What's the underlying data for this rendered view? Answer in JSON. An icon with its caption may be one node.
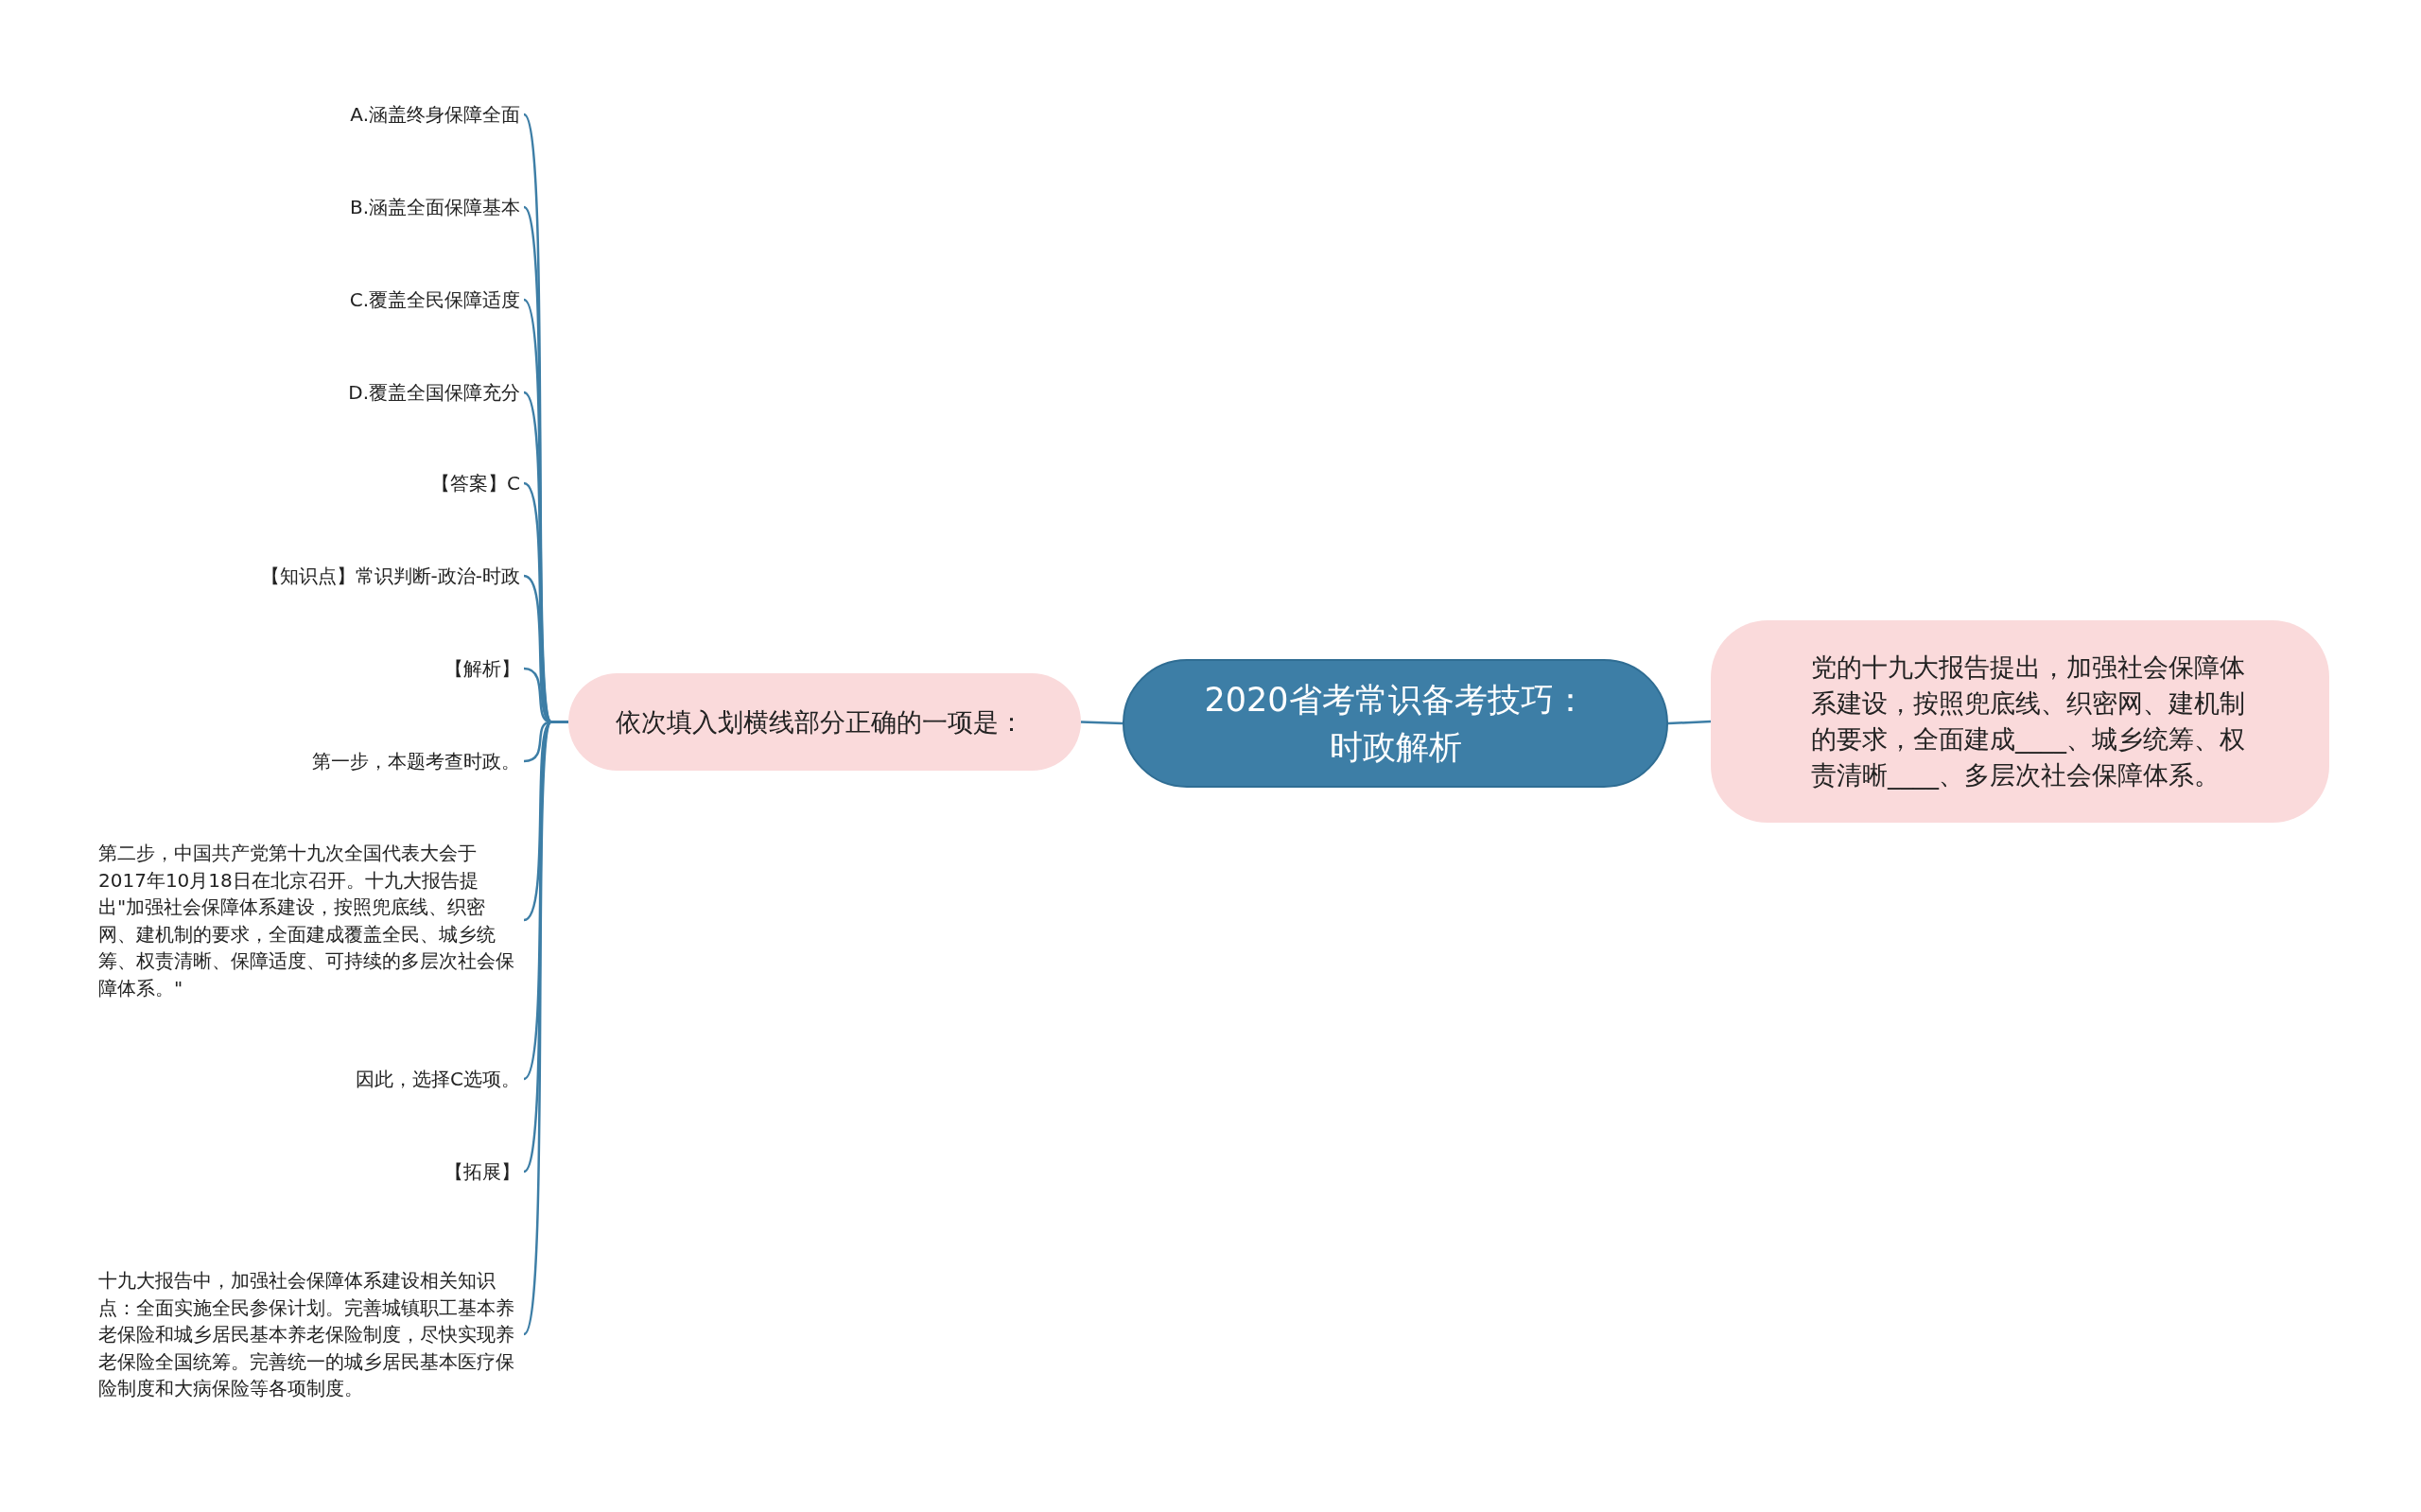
{
  "diagram": {
    "nodes": [
      {
        "text": [
          "2020省考常识备考技巧：时政解析"
        ]
      },
      {
        "text": [
          "依次填入划横线部分正确的一项是："
        ]
      },
      {
        "text": [
          "党的十九大报告提出，加强社会保障体系建设，按照兜底线、织密网、建机制的要求，全面建成____、城乡统筹、权责清晰____、多层次社会保障体系。"
        ]
      },
      {
        "text": [
          "A.涵盖终身保障全面"
        ]
      },
      {
        "text": [
          "B.涵盖全面保障基本"
        ]
      },
      {
        "text": [
          "C.覆盖全民保障适度"
        ]
      },
      {
        "text": [
          "D.覆盖全国保障充分"
        ]
      },
      {
        "text": [
          "【答案】C"
        ]
      },
      {
        "text": [
          "【知识点】常识判断-政治-时政"
        ]
      },
      {
        "text": [
          "【解析】"
        ]
      },
      {
        "text": [
          "第一步，本题考查时政。"
        ]
      },
      {
        "text": [
          "第二步，中国共产党第十九次全国代表大会于2017年10月18日在北京召开。十九大报告提出\"加强社会保障体系建设，按照兜底线、织密网、建机制的要求，全面建成覆盖全民、城乡统筹、权责清晰、保障适度、可持续的多层次社会保障体系。\""
        ]
      },
      {
        "text": [
          "因此，选择C选项。"
        ]
      },
      {
        "text": [
          "【拓展】"
        ]
      },
      {
        "text": [
          "十九大报告中，加强社会保障体系建设相关知识点：全面实施全民参保计划。完善城镇职工基本养老保险和城乡居民基本养老保险制度，尽快实现养老保险全国统筹。完善统一的城乡居民基本医疗保险制度和大病保险等各项制度。"
        ]
      }
    ],
    "edges": [
      {
        "from": 0,
        "to": 1,
        "arrow": "none"
      },
      {
        "from": 0,
        "to": 2,
        "arrow": "none"
      },
      {
        "from": 1,
        "to": 3,
        "arrow": "none"
      },
      {
        "from": 1,
        "to": 4,
        "arrow": "none"
      },
      {
        "from": 1,
        "to": 5,
        "arrow": "none"
      },
      {
        "from": 1,
        "to": 6,
        "arrow": "none"
      },
      {
        "from": 1,
        "to": 7,
        "arrow": "none"
      },
      {
        "from": 1,
        "to": 8,
        "arrow": "none"
      },
      {
        "from": 1,
        "to": 9,
        "arrow": "none"
      },
      {
        "from": 1,
        "to": 10,
        "arrow": "none"
      },
      {
        "from": 1,
        "to": 11,
        "arrow": "none"
      },
      {
        "from": 1,
        "to": 12,
        "arrow": "none"
      },
      {
        "from": 1,
        "to": 13,
        "arrow": "none"
      },
      {
        "from": 1,
        "to": 14,
        "arrow": "none"
      }
    ]
  }
}
